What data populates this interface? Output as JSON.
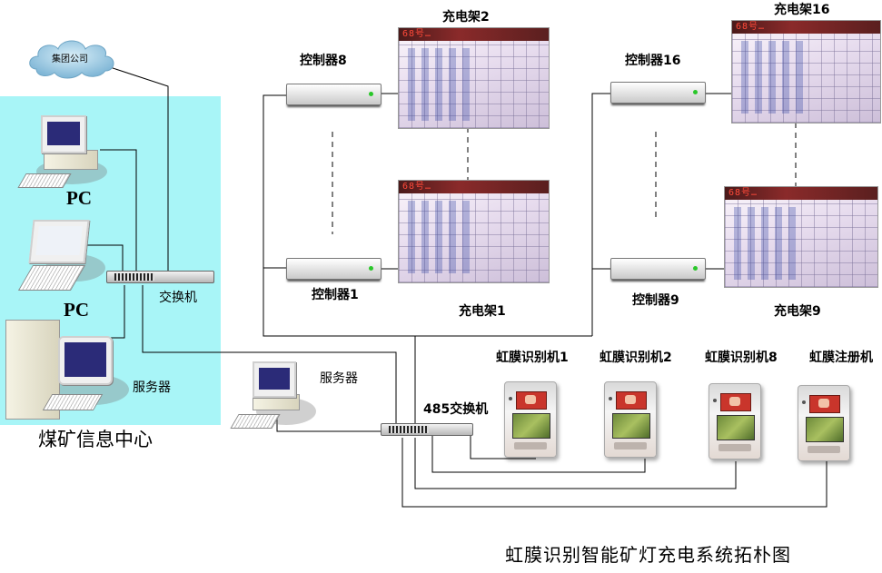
{
  "cloud": {
    "label": "集团公司"
  },
  "info_center": {
    "title": "煤矿信息中心",
    "pc1_label": "PC",
    "pc2_label": "PC",
    "server_label": "服务器",
    "switch_label": "交换机"
  },
  "server2": {
    "label": "服务器"
  },
  "switch485": {
    "label": "485交换机"
  },
  "controllers": {
    "c8": "控制器8",
    "c1": "控制器1",
    "c16": "控制器16",
    "c9": "控制器9"
  },
  "racks": {
    "r2": "充电架2",
    "r1": "充电架1",
    "r16": "充电架16",
    "r9": "充电架9",
    "led_text": "68号…"
  },
  "iris_devices": {
    "d1": "虹膜识别机1",
    "d2": "虹膜识别机2",
    "d8": "虹膜识别机8",
    "reg": "虹膜注册机"
  },
  "title": "虹膜识别智能矿灯充电系统拓朴图"
}
